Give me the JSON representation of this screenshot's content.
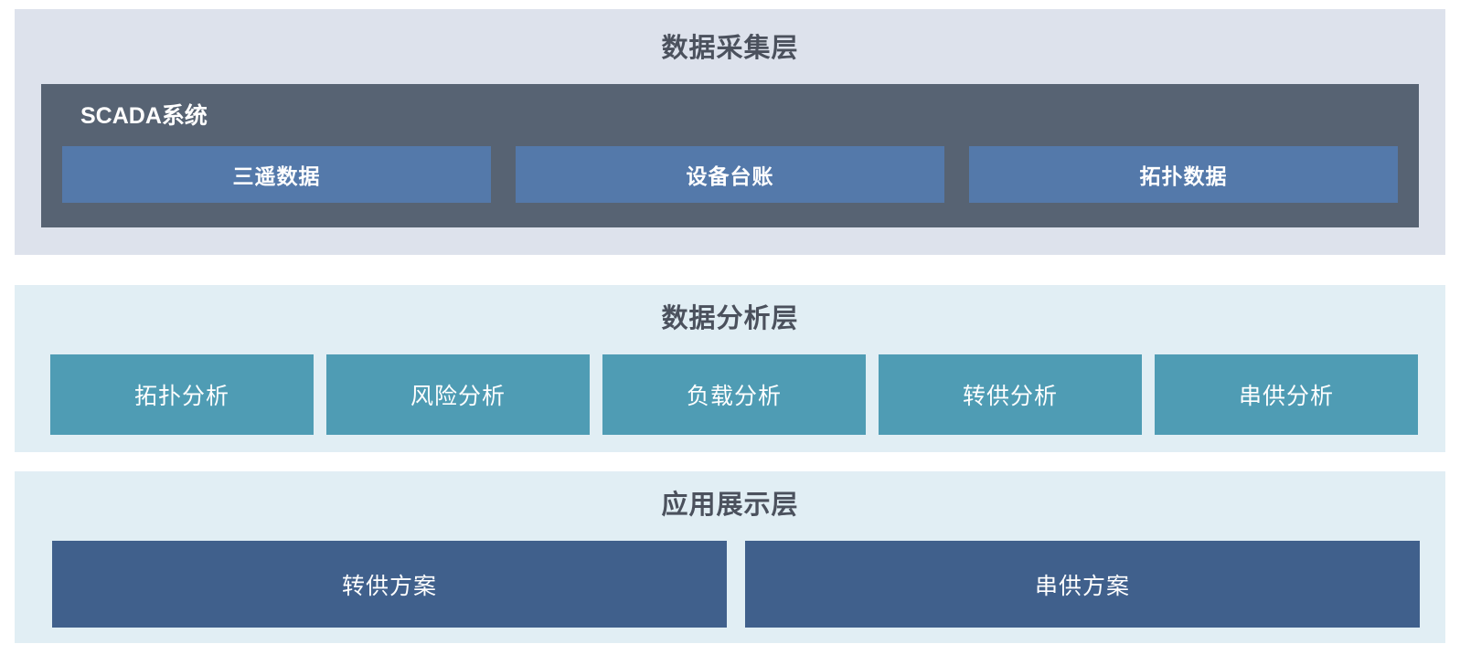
{
  "layers": {
    "collection": {
      "title": "数据采集层",
      "scada": {
        "label": "SCADA系统",
        "items": [
          {
            "label": "三遥数据"
          },
          {
            "label": "设备台账"
          },
          {
            "label": "拓扑数据"
          }
        ]
      }
    },
    "analysis": {
      "title": "数据分析层",
      "items": [
        {
          "label": "拓扑分析"
        },
        {
          "label": "风险分析"
        },
        {
          "label": "负载分析"
        },
        {
          "label": "转供分析"
        },
        {
          "label": "串供分析"
        }
      ]
    },
    "application": {
      "title": "应用展示层",
      "items": [
        {
          "label": "转供方案"
        },
        {
          "label": "串供方案"
        }
      ]
    }
  },
  "colors": {
    "collection_section_bg": "#dde2ec",
    "scada_box_bg": "#576373",
    "scada_item_bg": "#5479aa",
    "analysis_section_bg": "#e1eef4",
    "analysis_item_bg": "#4f9cb4",
    "application_section_bg": "#e1eef4",
    "application_item_bg": "#40608c",
    "section_title_color": "#4b515d",
    "box_text_color": "#ffffff",
    "page_bg": "#ffffff"
  }
}
